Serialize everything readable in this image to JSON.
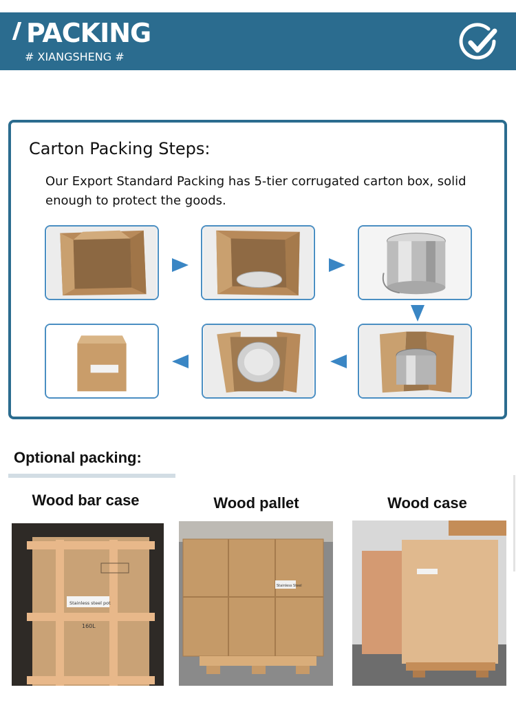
{
  "header": {
    "title": "PACKING",
    "subtitle": "# XIANGSHENG #",
    "check_icon": "check-circle-icon"
  },
  "carton": {
    "title": "Carton Packing Steps:",
    "description": "Our Export Standard Packing has 5-tier corrugated carton box, solid enough to protect the goods.",
    "steps": [
      {
        "image": "empty-carton"
      },
      {
        "image": "carton-with-base-pad"
      },
      {
        "image": "steel-pot-wrapped"
      },
      {
        "image": "pot-in-carton"
      },
      {
        "image": "carton-with-top-pad"
      },
      {
        "image": "sealed-carton"
      }
    ]
  },
  "optional": {
    "title": "Optional packing:",
    "items": [
      {
        "label": "Wood bar case",
        "box_text_1": "Stainless steel pot",
        "box_text_2": "160L"
      },
      {
        "label": "Wood pallet",
        "box_text_1": "Stainless Steel"
      },
      {
        "label": "Wood case"
      }
    ]
  },
  "colors": {
    "brand_blue": "#2b6c8f",
    "arrow_blue": "#3a86c4",
    "cardboard": "#c49a6c"
  }
}
